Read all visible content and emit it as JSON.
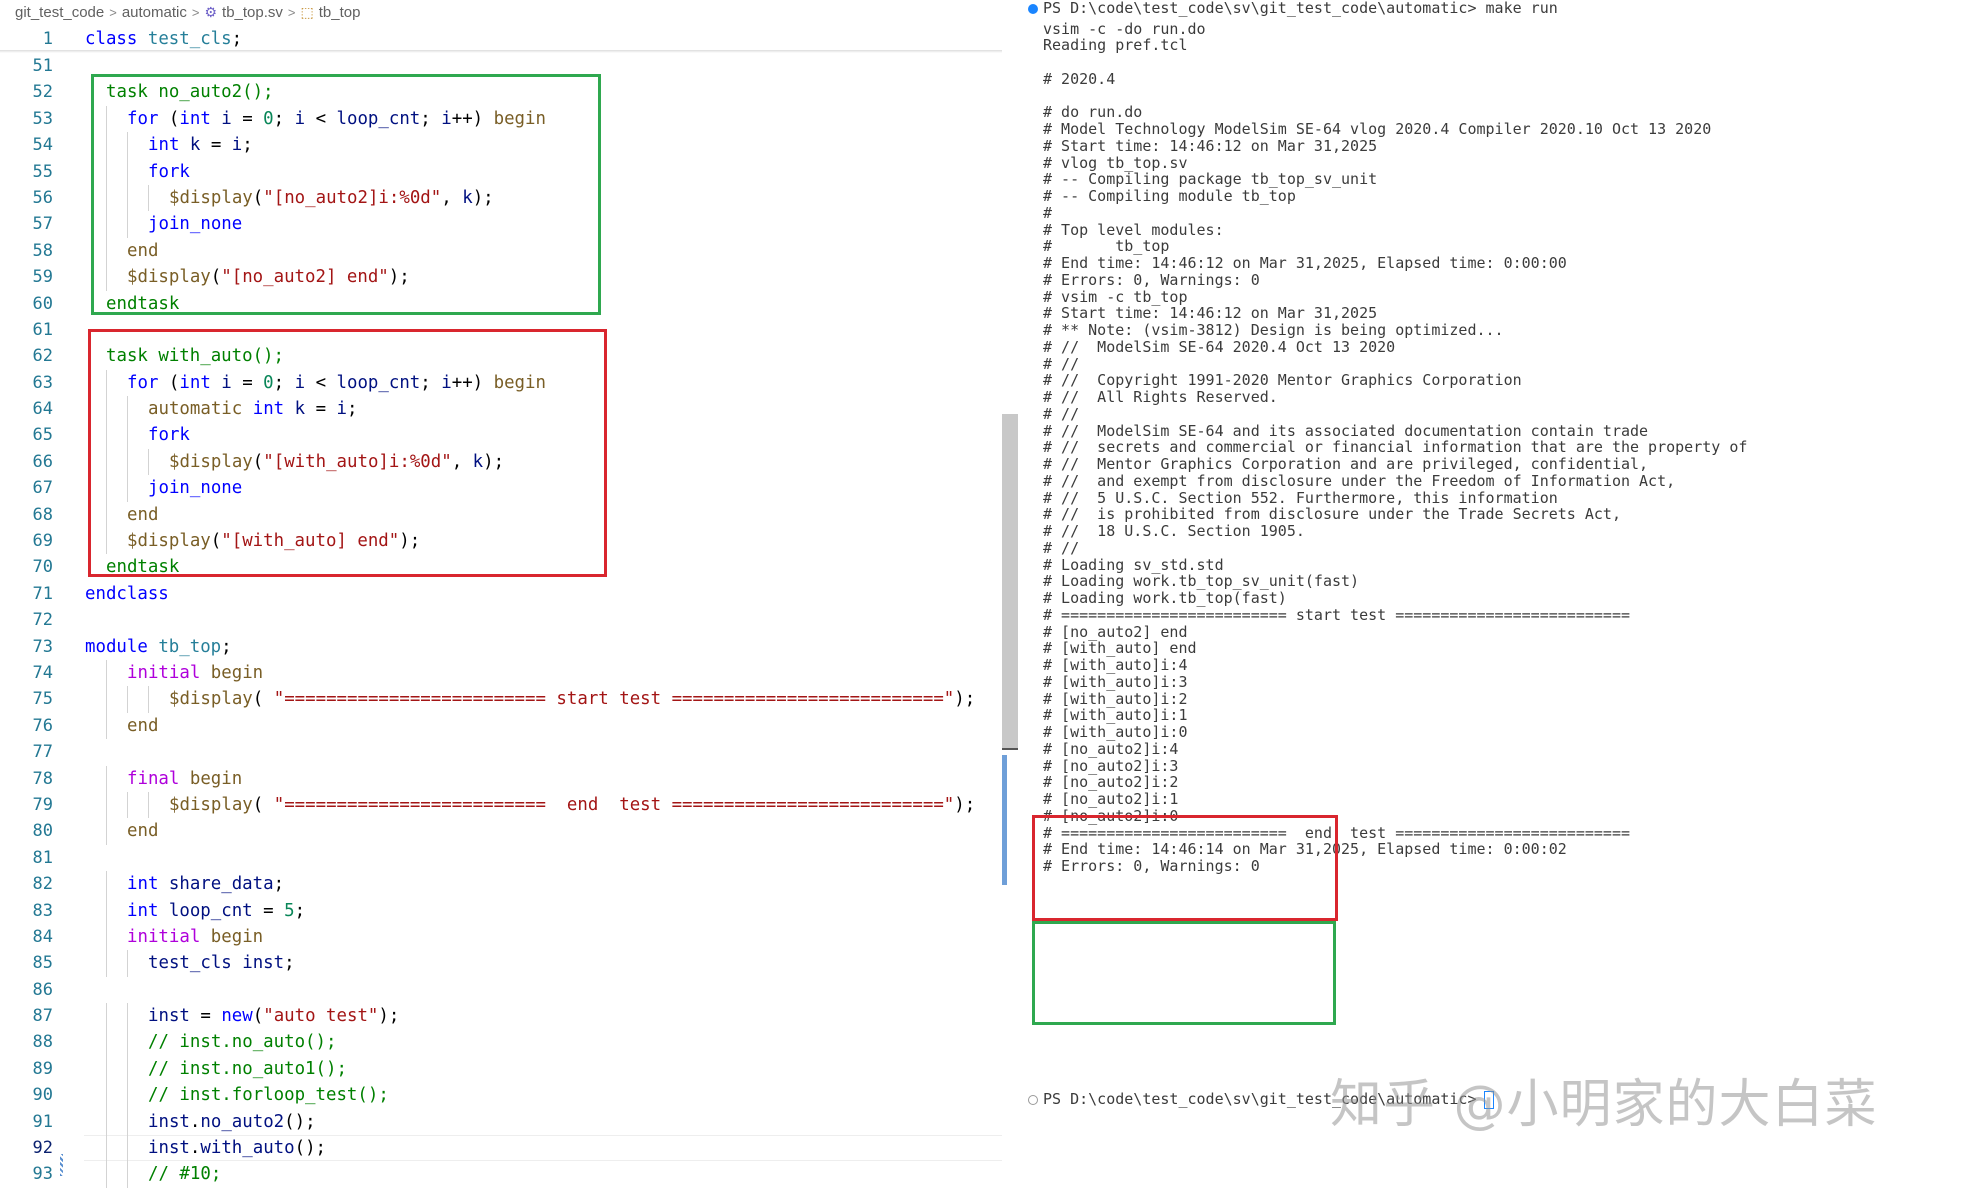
{
  "breadcrumb": {
    "items": [
      {
        "label": "git_test_code",
        "icon": ""
      },
      {
        "label": "automatic",
        "icon": ""
      },
      {
        "label": "tb_top.sv",
        "icon": "gear-icon"
      },
      {
        "label": "tb_top",
        "icon": "module-icon"
      }
    ],
    "separator": ">"
  },
  "editor": {
    "active_line": "92",
    "lines": [
      {
        "n": "51",
        "indent": 0,
        "parts": []
      },
      {
        "n": "52",
        "indent": 1,
        "parts": [
          [
            "cm",
            "task no_auto2();"
          ]
        ]
      },
      {
        "n": "53",
        "indent": 2,
        "parts": [
          [
            "kw",
            "for"
          ],
          [
            "plain",
            " ("
          ],
          [
            "kw",
            "int"
          ],
          [
            "idn",
            " i"
          ],
          [
            "plain",
            " = "
          ],
          [
            "num",
            "0"
          ],
          [
            "plain",
            "; "
          ],
          [
            "idn",
            "i"
          ],
          [
            "plain",
            " < "
          ],
          [
            "idn",
            "loop_cnt"
          ],
          [
            "plain",
            "; "
          ],
          [
            "idn",
            "i"
          ],
          [
            "plain",
            "++) "
          ],
          [
            "fn",
            "begin"
          ]
        ]
      },
      {
        "n": "54",
        "indent": 3,
        "parts": [
          [
            "kw",
            "int"
          ],
          [
            "idn",
            " k"
          ],
          [
            "plain",
            " = "
          ],
          [
            "idn",
            "i"
          ],
          [
            "plain",
            ";"
          ]
        ]
      },
      {
        "n": "55",
        "indent": 3,
        "parts": [
          [
            "kw",
            "fork"
          ]
        ]
      },
      {
        "n": "56",
        "indent": 4,
        "parts": [
          [
            "fn",
            "$display"
          ],
          [
            "plain",
            "("
          ],
          [
            "str",
            "\"[no_auto2]i:%0d\""
          ],
          [
            "plain",
            ", "
          ],
          [
            "idn",
            "k"
          ],
          [
            "plain",
            ");"
          ]
        ]
      },
      {
        "n": "57",
        "indent": 3,
        "parts": [
          [
            "kw",
            "join_none"
          ]
        ]
      },
      {
        "n": "58",
        "indent": 2,
        "parts": [
          [
            "fn",
            "end"
          ]
        ]
      },
      {
        "n": "59",
        "indent": 2,
        "parts": [
          [
            "fn",
            "$display"
          ],
          [
            "plain",
            "("
          ],
          [
            "str",
            "\"[no_auto2] end\""
          ],
          [
            "plain",
            ");"
          ]
        ]
      },
      {
        "n": "60",
        "indent": 1,
        "parts": [
          [
            "cm",
            "endtask"
          ]
        ]
      },
      {
        "n": "61",
        "indent": 0,
        "parts": []
      },
      {
        "n": "62",
        "indent": 1,
        "parts": [
          [
            "cm",
            "task with_auto();"
          ]
        ]
      },
      {
        "n": "63",
        "indent": 2,
        "parts": [
          [
            "kw",
            "for"
          ],
          [
            "plain",
            " ("
          ],
          [
            "kw",
            "int"
          ],
          [
            "idn",
            " i"
          ],
          [
            "plain",
            " = "
          ],
          [
            "num",
            "0"
          ],
          [
            "plain",
            "; "
          ],
          [
            "idn",
            "i"
          ],
          [
            "plain",
            " < "
          ],
          [
            "idn",
            "loop_cnt"
          ],
          [
            "plain",
            "; "
          ],
          [
            "idn",
            "i"
          ],
          [
            "plain",
            "++) "
          ],
          [
            "fn",
            "begin"
          ]
        ]
      },
      {
        "n": "64",
        "indent": 3,
        "parts": [
          [
            "fn",
            "automatic"
          ],
          [
            "plain",
            " "
          ],
          [
            "kw",
            "int"
          ],
          [
            "idn",
            " k"
          ],
          [
            "plain",
            " = "
          ],
          [
            "idn",
            "i"
          ],
          [
            "plain",
            ";"
          ]
        ]
      },
      {
        "n": "65",
        "indent": 3,
        "parts": [
          [
            "kw",
            "fork"
          ]
        ]
      },
      {
        "n": "66",
        "indent": 4,
        "parts": [
          [
            "fn",
            "$display"
          ],
          [
            "plain",
            "("
          ],
          [
            "str",
            "\"[with_auto]i:%0d\""
          ],
          [
            "plain",
            ", "
          ],
          [
            "idn",
            "k"
          ],
          [
            "plain",
            ");"
          ]
        ]
      },
      {
        "n": "67",
        "indent": 3,
        "parts": [
          [
            "kw",
            "join_none"
          ]
        ]
      },
      {
        "n": "68",
        "indent": 2,
        "parts": [
          [
            "fn",
            "end"
          ]
        ]
      },
      {
        "n": "69",
        "indent": 2,
        "parts": [
          [
            "fn",
            "$display"
          ],
          [
            "plain",
            "("
          ],
          [
            "str",
            "\"[with_auto] end\""
          ],
          [
            "plain",
            ");"
          ]
        ]
      },
      {
        "n": "70",
        "indent": 1,
        "parts": [
          [
            "cm",
            "endtask"
          ]
        ]
      },
      {
        "n": "71",
        "indent": 0,
        "parts": [
          [
            "kw",
            "endclass"
          ]
        ]
      },
      {
        "n": "72",
        "indent": 0,
        "parts": []
      },
      {
        "n": "73",
        "indent": 0,
        "parts": [
          [
            "kw",
            "module"
          ],
          [
            "plain",
            " "
          ],
          [
            "ty",
            "tb_top"
          ],
          [
            "plain",
            ";"
          ]
        ]
      },
      {
        "n": "74",
        "indent": 2,
        "parts": [
          [
            "kw2",
            "initial"
          ],
          [
            "plain",
            " "
          ],
          [
            "fn",
            "begin"
          ]
        ]
      },
      {
        "n": "75",
        "indent": 4,
        "parts": [
          [
            "fn",
            "$display"
          ],
          [
            "plain",
            "( "
          ],
          [
            "str",
            "\"========================= start test ==========================\""
          ],
          [
            "plain",
            ");"
          ]
        ]
      },
      {
        "n": "76",
        "indent": 2,
        "parts": [
          [
            "fn",
            "end"
          ]
        ]
      },
      {
        "n": "77",
        "indent": 0,
        "parts": []
      },
      {
        "n": "78",
        "indent": 2,
        "parts": [
          [
            "kw2",
            "final"
          ],
          [
            "plain",
            " "
          ],
          [
            "fn",
            "begin"
          ]
        ]
      },
      {
        "n": "79",
        "indent": 4,
        "parts": [
          [
            "fn",
            "$display"
          ],
          [
            "plain",
            "( "
          ],
          [
            "str",
            "\"=========================  end  test ==========================\""
          ],
          [
            "plain",
            ");"
          ]
        ]
      },
      {
        "n": "80",
        "indent": 2,
        "parts": [
          [
            "fn",
            "end"
          ]
        ]
      },
      {
        "n": "81",
        "indent": 0,
        "parts": []
      },
      {
        "n": "82",
        "indent": 2,
        "parts": [
          [
            "kw",
            "int"
          ],
          [
            "idn",
            " share_data"
          ],
          [
            "plain",
            ";"
          ]
        ]
      },
      {
        "n": "83",
        "indent": 2,
        "parts": [
          [
            "kw",
            "int"
          ],
          [
            "idn",
            " loop_cnt"
          ],
          [
            "plain",
            " = "
          ],
          [
            "num",
            "5"
          ],
          [
            "plain",
            ";"
          ]
        ]
      },
      {
        "n": "84",
        "indent": 2,
        "parts": [
          [
            "kw2",
            "initial"
          ],
          [
            "plain",
            " "
          ],
          [
            "fn",
            "begin"
          ]
        ]
      },
      {
        "n": "85",
        "indent": 3,
        "parts": [
          [
            "idn",
            "test_cls"
          ],
          [
            "idn",
            " inst"
          ],
          [
            "plain",
            ";"
          ]
        ]
      },
      {
        "n": "86",
        "indent": 0,
        "parts": []
      },
      {
        "n": "87",
        "indent": 3,
        "parts": [
          [
            "idn",
            "inst"
          ],
          [
            "plain",
            " = "
          ],
          [
            "kw",
            "new"
          ],
          [
            "plain",
            "("
          ],
          [
            "str",
            "\"auto test\""
          ],
          [
            "plain",
            ");"
          ]
        ]
      },
      {
        "n": "88",
        "indent": 3,
        "parts": [
          [
            "cm",
            "// inst.no_auto();"
          ]
        ]
      },
      {
        "n": "89",
        "indent": 3,
        "parts": [
          [
            "cm",
            "// inst.no_auto1();"
          ]
        ]
      },
      {
        "n": "90",
        "indent": 3,
        "parts": [
          [
            "cm",
            "// inst.forloop_test();"
          ]
        ]
      },
      {
        "n": "91",
        "indent": 3,
        "parts": [
          [
            "idn",
            "inst"
          ],
          [
            "plain",
            "."
          ],
          [
            "idn",
            "no_auto2"
          ],
          [
            "plain",
            "();"
          ]
        ]
      },
      {
        "n": "92",
        "indent": 3,
        "parts": [
          [
            "idn",
            "inst"
          ],
          [
            "plain",
            "."
          ],
          [
            "idn",
            "with_auto"
          ],
          [
            "plain",
            "();"
          ]
        ]
      },
      {
        "n": "93",
        "indent": 3,
        "parts": [
          [
            "cm",
            "// #10;"
          ]
        ]
      }
    ]
  },
  "sticky_line": {
    "n": "1",
    "parts": [
      [
        "kw",
        "class"
      ],
      [
        "plain",
        " "
      ],
      [
        "ty",
        "test_cls"
      ],
      [
        "plain",
        ";"
      ]
    ]
  },
  "terminal": {
    "prompt_line": "PS D:\\code\\test_code\\sv\\git_test_code\\automatic> make run",
    "final_prompt": "PS D:\\code\\test_code\\sv\\git_test_code\\automatic>",
    "lines": [
      "vsim -c -do run.do",
      "Reading pref.tcl",
      "",
      "# 2020.4",
      "",
      "# do run.do",
      "# Model Technology ModelSim SE-64 vlog 2020.4 Compiler 2020.10 Oct 13 2020",
      "# Start time: 14:46:12 on Mar 31,2025",
      "# vlog tb_top.sv",
      "# -- Compiling package tb_top_sv_unit",
      "# -- Compiling module tb_top",
      "#",
      "# Top level modules:",
      "#       tb_top",
      "# End time: 14:46:12 on Mar 31,2025, Elapsed time: 0:00:00",
      "# Errors: 0, Warnings: 0",
      "# vsim -c tb_top",
      "# Start time: 14:46:12 on Mar 31,2025",
      "# ** Note: (vsim-3812) Design is being optimized...",
      "# //  ModelSim SE-64 2020.4 Oct 13 2020",
      "# //",
      "# //  Copyright 1991-2020 Mentor Graphics Corporation",
      "# //  All Rights Reserved.",
      "# //",
      "# //  ModelSim SE-64 and its associated documentation contain trade",
      "# //  secrets and commercial or financial information that are the property of",
      "# //  Mentor Graphics Corporation and are privileged, confidential,",
      "# //  and exempt from disclosure under the Freedom of Information Act,",
      "# //  5 U.S.C. Section 552. Furthermore, this information",
      "# //  is prohibited from disclosure under the Trade Secrets Act,",
      "# //  18 U.S.C. Section 1905.",
      "# //",
      "# Loading sv_std.std",
      "# Loading work.tb_top_sv_unit(fast)",
      "# Loading work.tb_top(fast)",
      "# ========================= start test ==========================",
      "# [no_auto2] end",
      "# [with_auto] end",
      "# [with_auto]i:4",
      "# [with_auto]i:3",
      "# [with_auto]i:2",
      "# [with_auto]i:1",
      "# [with_auto]i:0",
      "# [no_auto2]i:4",
      "# [no_auto2]i:3",
      "# [no_auto2]i:2",
      "# [no_auto2]i:1",
      "# [no_auto2]i:0",
      "# =========================  end  test ==========================",
      "# End time: 14:46:14 on Mar 31,2025, Elapsed time: 0:00:02",
      "# Errors: 0, Warnings: 0"
    ]
  },
  "watermark": "知乎 @小明家的大白菜",
  "colors": {
    "green_box": "#2fa84f",
    "red_box": "#d9262e",
    "terminal_dot": "#1a85ff"
  }
}
